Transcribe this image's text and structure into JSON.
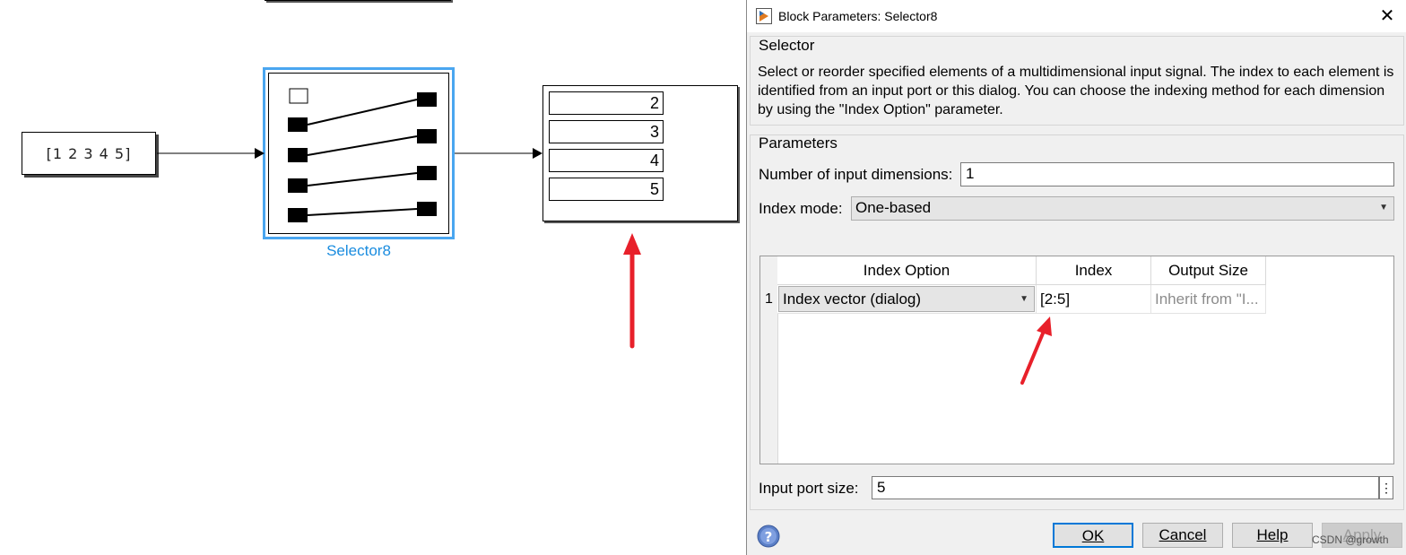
{
  "canvas": {
    "constant_block": {
      "text": "[1 2 3 4 5]"
    },
    "selector_block": {
      "label": "Selector8"
    },
    "display_block": {
      "values": [
        "2",
        "3",
        "4",
        "5"
      ]
    }
  },
  "dialog": {
    "title": "Block Parameters: Selector8",
    "block_type": "Selector",
    "description": "Select or reorder specified elements of a multidimensional input signal. The index to each element is identified from an input port or this dialog. You can choose the indexing method for each dimension by using the \"Index Option\" parameter.",
    "parameters_title": "Parameters",
    "num_dims": {
      "label": "Number of input dimensions:",
      "value": "1"
    },
    "index_mode": {
      "label": "Index mode:",
      "value": "One-based"
    },
    "table": {
      "headers": [
        "Index Option",
        "Index",
        "Output Size"
      ],
      "rows": [
        {
          "num": "1",
          "option": "Index vector (dialog)",
          "index": "[2:5]",
          "output_size": "Inherit from \"I..."
        }
      ]
    },
    "input_port_size": {
      "label": "Input port size:",
      "value": "5"
    },
    "buttons": {
      "ok": "OK",
      "cancel": "Cancel",
      "help": "Help",
      "apply": "Apply"
    },
    "watermark": "CSDN @growth"
  },
  "colors": {
    "selection_blue": "#4aa6f0",
    "annotation_red": "#e8202a",
    "ok_border": "#0078d7"
  }
}
